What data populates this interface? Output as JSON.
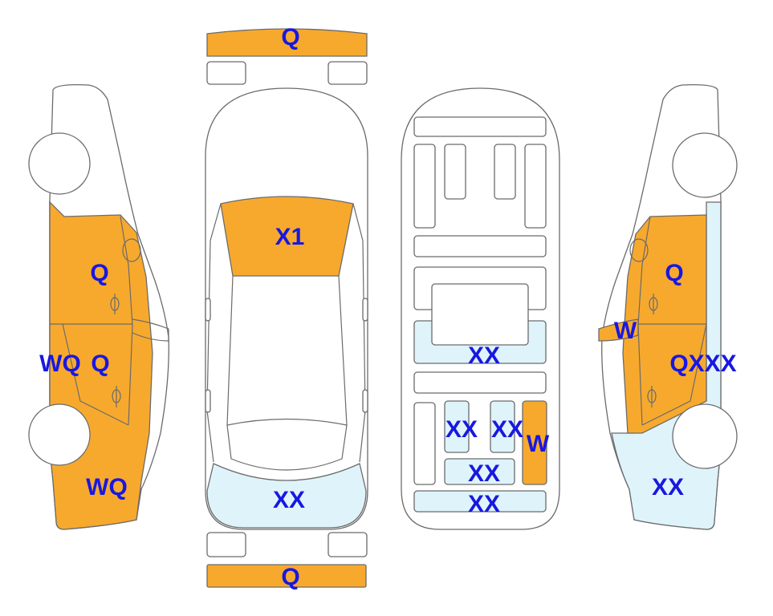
{
  "colors": {
    "orange": "#f7a92e",
    "light_blue": "#dff3fb",
    "label": "#1818e0",
    "outline": "#6b6b6b"
  },
  "left_side_view": {
    "front_door": "Q",
    "rear_door": "Q",
    "rocker_panel": "WQ",
    "rear_quarter": "WQ"
  },
  "top_view": {
    "front_bumper": "Q",
    "hood": "X1",
    "trunk_lid": "XX",
    "rear_bumper": "Q"
  },
  "underbody_view": {
    "middle_floor": "XX",
    "left_rear_rail": "XX",
    "right_rear_rail": "XX",
    "right_rear_member": "W",
    "spare_wheel_well": "XX",
    "rear_end_panel": "XX"
  },
  "right_side_view": {
    "front_door": "Q",
    "mirror": "W",
    "rear_door": "QXXX",
    "rear_quarter": "XX"
  }
}
